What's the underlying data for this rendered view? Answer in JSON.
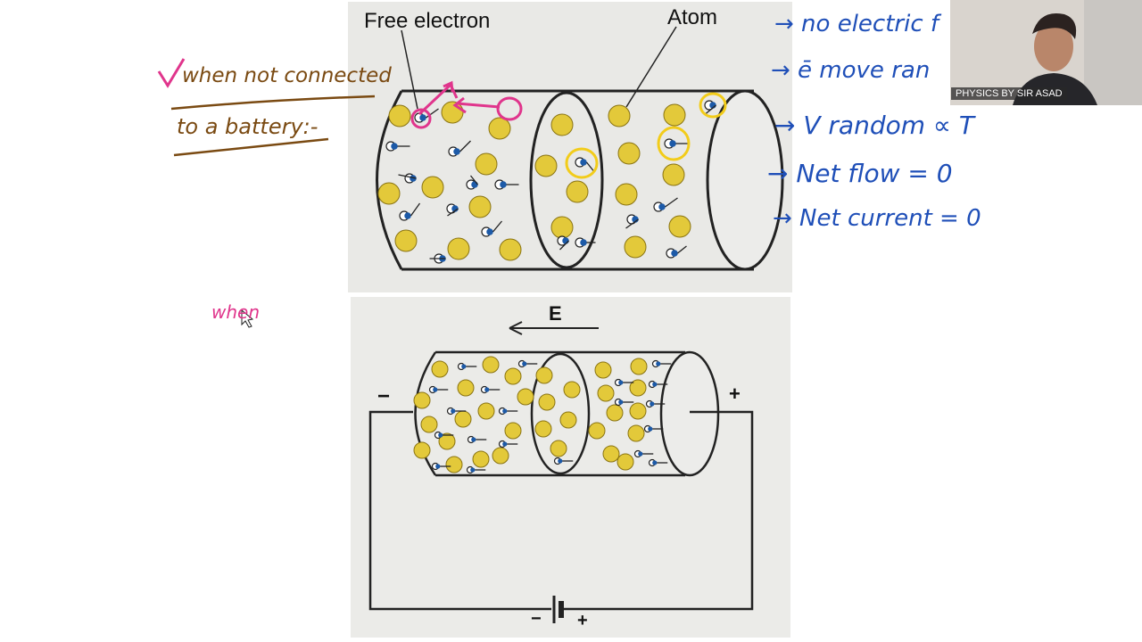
{
  "top_diagram": {
    "free_electron_label": "Free electron",
    "atom_label": "Atom"
  },
  "bottom_diagram": {
    "field_label": "E",
    "minus_terminal": "−",
    "plus_terminal": "+",
    "battery_minus": "−",
    "battery_plus": "+"
  },
  "annotations": {
    "left_line1": "when not connected",
    "left_line2": "to a battery:-",
    "right_notes": [
      "→ no electric f",
      "→ ē move ran",
      "→ V random ∝ T",
      "→ Net flow = 0",
      "→ Net current = 0"
    ],
    "pink_word": "when"
  },
  "webcam": {
    "name": "PHYSICS BY SIR ASAD"
  },
  "colors": {
    "atom": "#e3c93a",
    "electron": "#1c5aa8",
    "annotation_brown": "#7a4a12",
    "annotation_blue": "#1f4fb8",
    "annotation_pink": "#e0358c",
    "highlight_yellow": "#f2cc1a"
  }
}
